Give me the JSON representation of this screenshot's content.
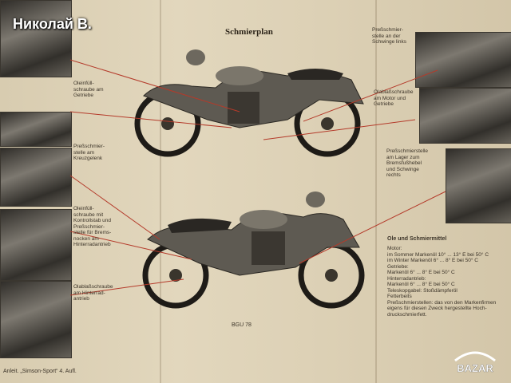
{
  "watermark": {
    "text": "Николай В."
  },
  "page": {
    "title": "Schmierplan",
    "page_number": "BGU 78",
    "footer": "Anleit. „Simson-Sport“ 4. Aufl."
  },
  "callouts_left": [
    {
      "text": "Oleinfüll-\nschraube am\nGetriebe"
    },
    {
      "text": "Preßschmier-\nstelle am\nKreuzgelenk"
    },
    {
      "text": "Oleinfüll-\nschraube mit\nKontrollstab und\nPreßschmier-\nstelle für Brems-\nnocken am\nHinterradantrieb"
    },
    {
      "text": "Olablaßschraube\nam Hinterrad-\nantrieb"
    }
  ],
  "callouts_right": [
    {
      "text": "Preßschmier-\nstelle an der\nSchwinge links"
    },
    {
      "text": "Olablaßschraube\nam Motor und\nGetriebe"
    },
    {
      "text": "Preßschmierstelle\nam Lager zum\nBremsfußhebel\nund Schwinge\nrechts"
    }
  ],
  "lubricants": {
    "title": "Ole und Schmiermittel",
    "lines": [
      "Motor:",
      "im Sommer  Markenöl 10° ... 13° E bei 50° C",
      "im Winter   Markenöl 6° ... 8° E bei 50° C",
      "Getriebe:",
      "Markenöl 6° ... 8° E bei 50° C",
      "Hinterradantrieb:",
      "Markenöl 6° ... 8° E bei 50° C",
      "Teleskopgabel: Stoßdämpferöl",
      "Fetterbeits",
      "Preßschmierstellen: das von den Markenfirmen",
      "eigens für diesen Zweck hergestellte Hoch-",
      "druckschmierfett."
    ]
  },
  "brand": {
    "text": "BAZAR"
  },
  "colors": {
    "paper": "#e2d7bd",
    "leader_line": "#b43a2a",
    "ink": "#3c3429"
  }
}
